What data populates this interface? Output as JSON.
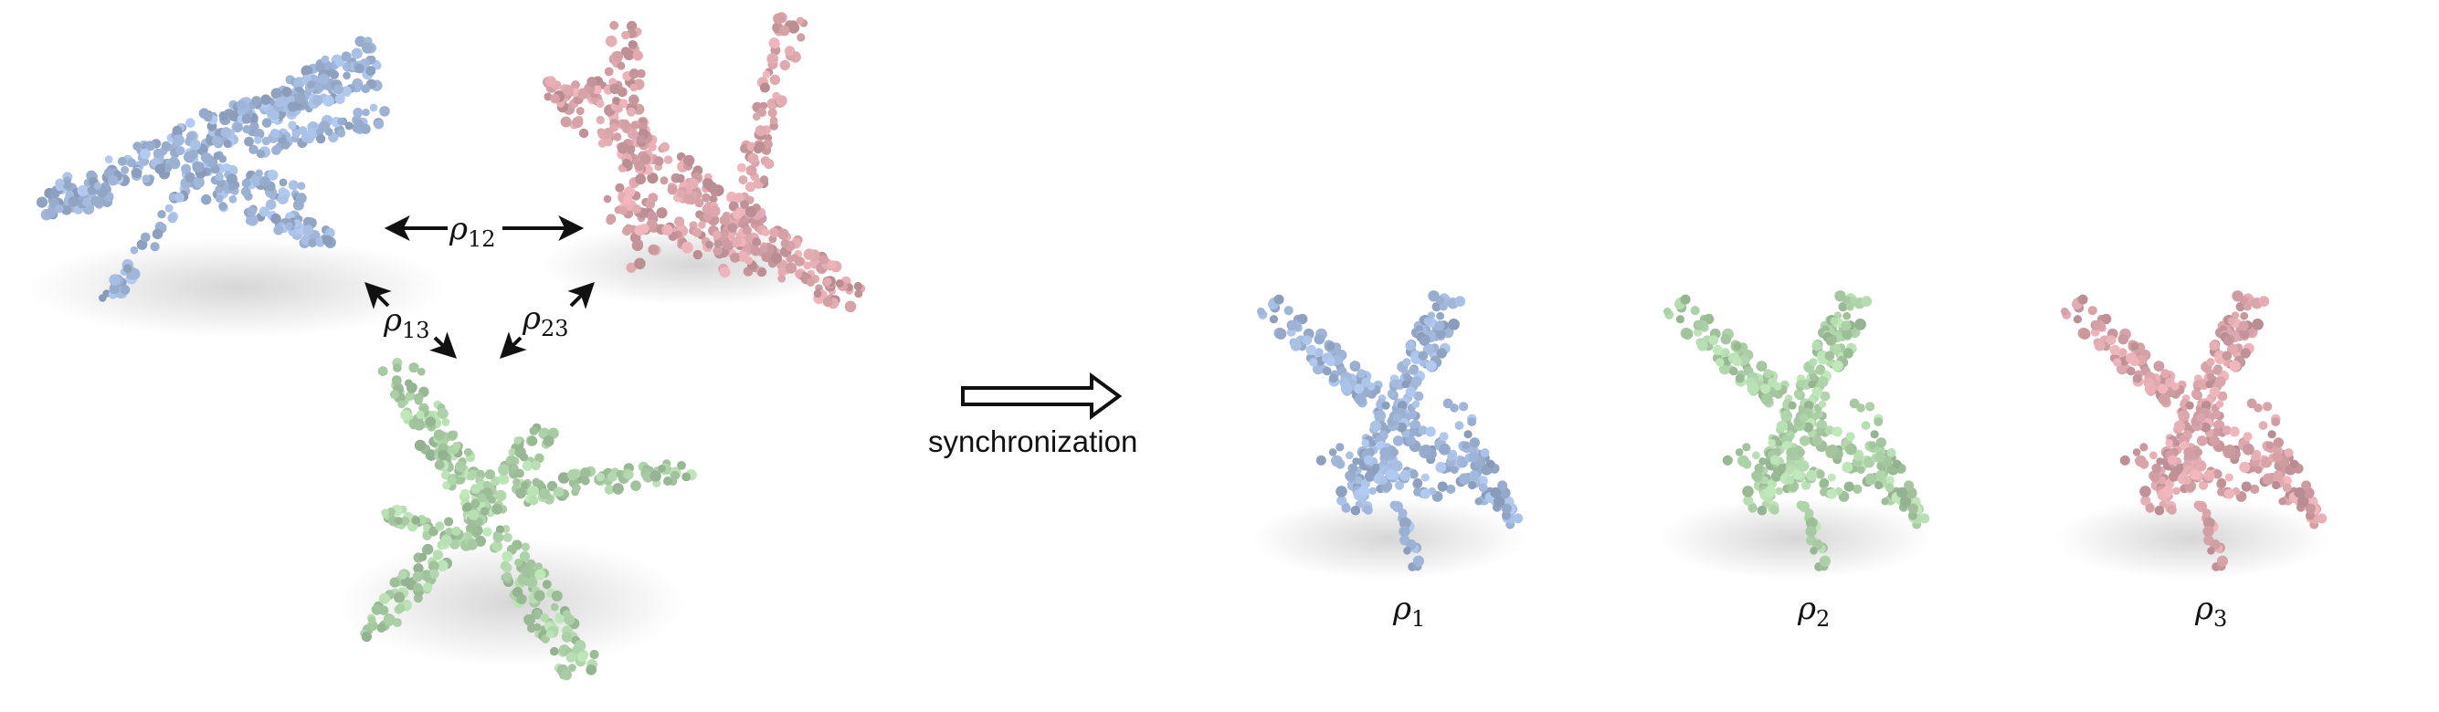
{
  "colors": {
    "blue": "#a6bce0",
    "red": "#e0aab0",
    "green": "#b3d8ae",
    "arrow": "#111111"
  },
  "relations": {
    "r12": {
      "base": "ρ",
      "sub": "12"
    },
    "r13": {
      "base": "ρ",
      "sub": "13"
    },
    "r23": {
      "base": "ρ",
      "sub": "23"
    }
  },
  "step": {
    "label": "synchronization"
  },
  "results": [
    {
      "base": "ρ",
      "sub": "1",
      "color": "blue"
    },
    {
      "base": "ρ",
      "sub": "2",
      "color": "green"
    },
    {
      "base": "ρ",
      "sub": "3",
      "color": "red"
    }
  ]
}
